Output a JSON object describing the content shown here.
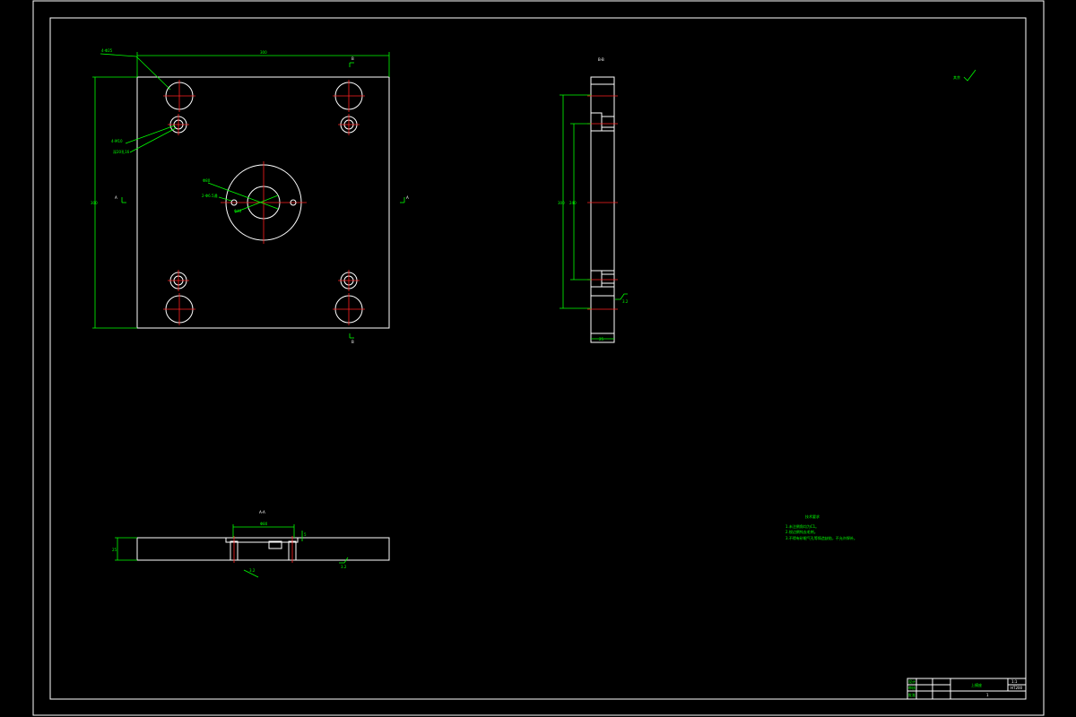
{
  "drawing": {
    "labels": {
      "section_aa": "A-A",
      "side_view": "B-B",
      "cut_a_left": "A",
      "cut_a_right": "A",
      "cut_b_top": "B",
      "cut_b_bottom": "B",
      "roughness_other": "其余"
    },
    "dimensions": {
      "top_width": "300",
      "left_height": "300",
      "hole_a": "4-Φ25",
      "hole_b": "4-M10",
      "hole_b2": "深20孔16",
      "center_hole": "Φ80",
      "center_small": "2-Φ6.5通",
      "center_ring": "Φ40",
      "side_overall": "300",
      "side_inner": "240",
      "side_thickness": "25",
      "side_rough": "3.2",
      "aa_center": "Φ80",
      "aa_depth": "5",
      "aa_thickness": "25",
      "aa_rough": "3.2",
      "aa_r": "3.2"
    },
    "tech_notes": {
      "title": "技术要求",
      "lines": [
        "1.未注倒角均为C1。",
        "2.锐边倒钝去毛刺。",
        "3.不得有砂眼气孔等铸造缺陷，不允许焊补。"
      ]
    },
    "title_block": {
      "part_name": "上模座",
      "scale": "1:1",
      "material": "HT200",
      "sheet": "1",
      "cells": [
        "设计",
        "审核",
        "批准"
      ]
    }
  }
}
